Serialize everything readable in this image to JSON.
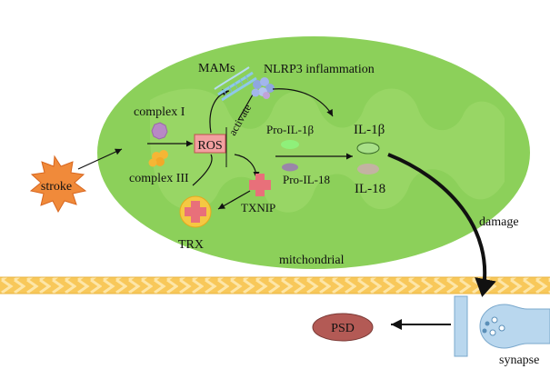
{
  "labels": {
    "stroke": "stroke",
    "complex_i": "complex I",
    "complex_iii": "complex III",
    "ros": "ROS",
    "trx": "TRX",
    "txnip": "TXNIP",
    "mams": "MAMs",
    "activate": "activate",
    "nlrp3": "NLRP3 inflammation",
    "pro_il1b": "Pro-IL-1β",
    "pro_il18": "Pro-IL-18",
    "il1b": "IL-1β",
    "il18": "IL-18",
    "mitochondrial": "mitchondrial",
    "damage": "damage",
    "psd": "PSD",
    "synapse": "synapse"
  },
  "colors": {
    "mitochondrion": "#8cd05a",
    "inner_membrane": "#9cd86a",
    "stroke_fill": "#f08a3a",
    "ros_fill": "#f2a0a0",
    "txnip_fill": "#e8707a",
    "trx_fill": "#f5c842",
    "pro_il1b_fill": "#8ff07a",
    "pro_il18_fill": "#9a86a8",
    "il18_fill": "#c3b3a2",
    "membrane_band": "#f8c85a",
    "psd_fill": "#b35a55",
    "synapse_fill": "#b9d7ee"
  }
}
